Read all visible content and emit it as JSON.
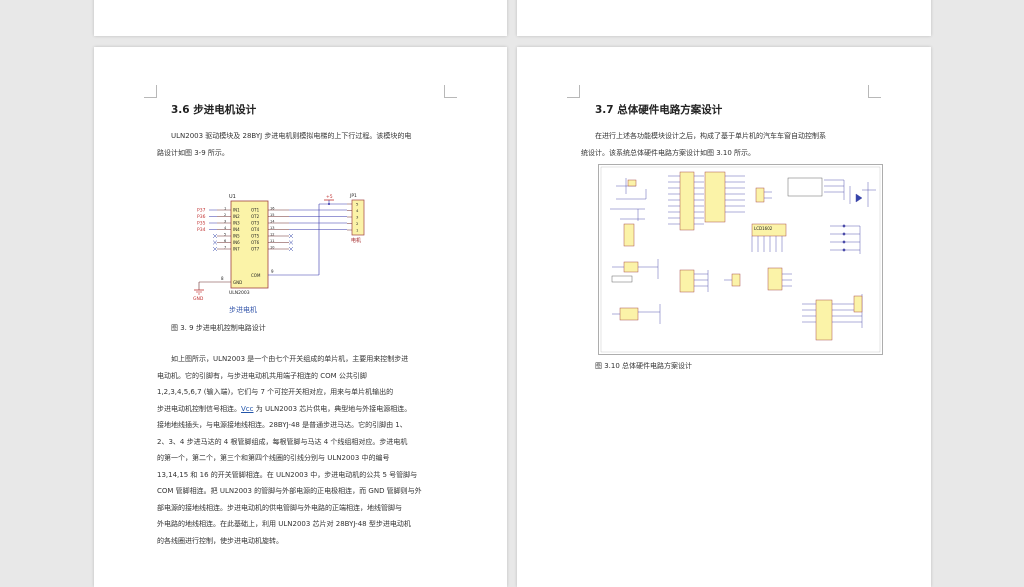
{
  "left_page": {
    "heading": "3.6  步进电机设计",
    "intro_lines": [
      "ULN2003 驱动模块及 28BYJ 步进电机则模拟电梯的上下行过程。该模块的电",
      "路设计如图 3-9 所示。"
    ],
    "schematic": {
      "chip_ref": "U1",
      "chip_name": "ULN2003",
      "inputs": [
        "IN1",
        "IN2",
        "IN3",
        "IN4",
        "IN5",
        "IN6",
        "IN7"
      ],
      "outputs": [
        "OT1",
        "OT2",
        "OT3",
        "OT4",
        "OT5",
        "OT6",
        "OT7"
      ],
      "input_pins": [
        "1",
        "2",
        "3",
        "4",
        "5",
        "6",
        "7"
      ],
      "output_pins": [
        "16",
        "15",
        "14",
        "13",
        "12",
        "11",
        "10"
      ],
      "port_labels": [
        "P37",
        "P36",
        "P35",
        "P34"
      ],
      "gnd_pin_label": "GND",
      "gnd_pin": "8",
      "com_label": "COM",
      "com_pin": "9",
      "gnd_symbol": "GND",
      "vcc": "+5",
      "connector_ref": "JP1",
      "connector_pins": [
        "5",
        "4",
        "3",
        "2",
        "1"
      ],
      "connector_label": "电机",
      "title": "步进电机"
    },
    "figure_caption": "图 3. 9 步进电机控制电路设计",
    "body_lines": [
      "如上图所示，ULN2003 是一个由七个开关组成的单片机，主要用来控制步进",
      "电动机。它的引脚有，与步进电动机共用端子相连的 COM 公共引脚",
      "1,2,3,4,5,6,7 (输入端)，它们与 7 个可控开关相对应，用来与单片机输出的",
      "步进电动机控制信号相连。Vcc 为 ULN2003 芯片供电，典型地与外接电源相连。",
      "接地地线插头，与电源接地线相连。28BYJ-48 是普通步进马达。它的引脚由 1、",
      "2、3、4 步进马达的 4 根管脚组成，每根管脚与马达 4 个线组相对应。步进电机",
      "的第一个，第二个，第三个和第四个线圈的引线分别与 ULN2003 中的编号",
      "13,14,15 和 16 的开关管脚相连。在 ULN2003 中，步进电动机的公共 5 号管脚与",
      "COM 管脚相连。把 ULN2003 的管脚与外部电源的正电极相连，而 GND 管脚则与外",
      "部电源的接地线相连。步进电动机的供电管脚与外电路的正端相连，地线管脚与",
      "外电路的地线相连。在此基础上，利用 ULN2003 芯片对 28BYJ-48 型步进电动机",
      "的各线圈进行控制，使步进电动机旋转。"
    ],
    "vcc_underline": "Vcc"
  },
  "right_page": {
    "heading": "3.7  总体硬件电路方案设计",
    "intro_lines": [
      "在进行上述各功能模块设计之后，构成了基于单片机的汽车车窗自动控制系",
      "统设计。该系统总体硬件电路方案设计如图 3.10 所示。"
    ],
    "schematic": {
      "lcd_label": "LCD1602"
    },
    "figure_caption": "图 3.10 总体硬件电路方案设计"
  }
}
